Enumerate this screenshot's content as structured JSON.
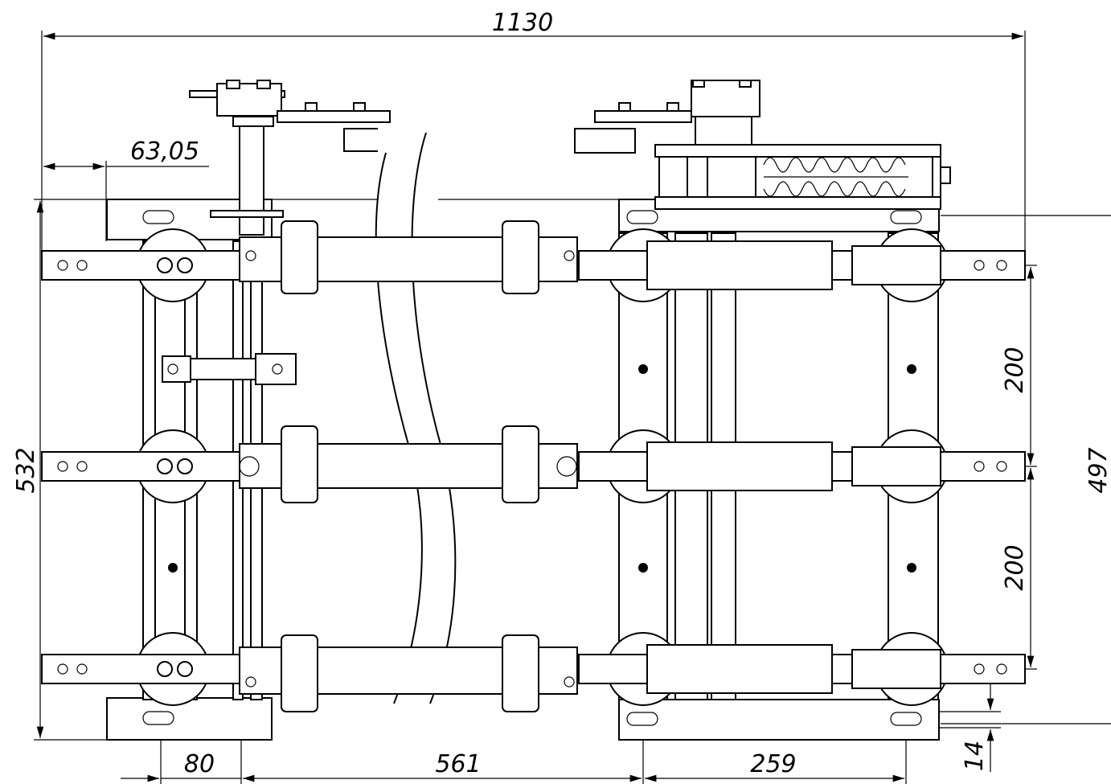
{
  "dimensions": {
    "overall_width": "1130",
    "offset": "63,05",
    "overall_height": "532",
    "rail_to_rail_height": "497",
    "phase_spacing_top": "200",
    "phase_spacing_bottom": "200",
    "left_margin": "80",
    "insulator_span": "561",
    "right_span": "259",
    "base_offset": "14"
  }
}
